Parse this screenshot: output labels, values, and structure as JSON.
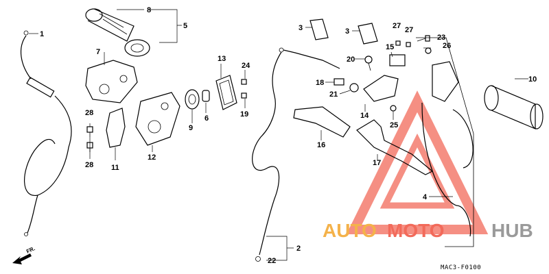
{
  "diagram": {
    "labels": [
      "1",
      "8",
      "5",
      "7",
      "28",
      "28",
      "11",
      "12",
      "9",
      "6",
      "13",
      "24",
      "19",
      "3",
      "3",
      "20",
      "27",
      "27",
      "15",
      "23",
      "26",
      "18",
      "21",
      "14",
      "25",
      "10",
      "16",
      "17",
      "4",
      "2",
      "22"
    ],
    "code": "MAC3-F0100",
    "front_marker": "FR.",
    "watermark": {
      "part1": "AUTO",
      "part2": "MOTO",
      "part3": "HUB",
      "colors": {
        "auto": "#f4b24a",
        "moto": "#f26a5a",
        "hub": "#9a9a9a",
        "triangle": "#f26a5a"
      }
    }
  }
}
